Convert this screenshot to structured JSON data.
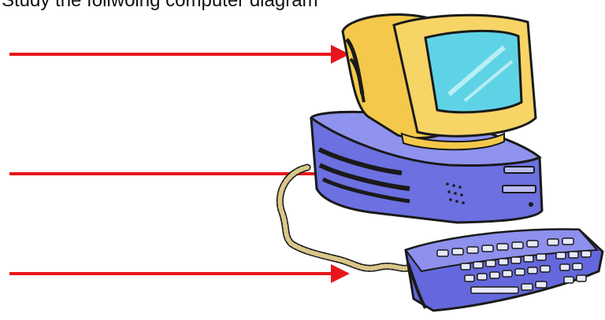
{
  "caption": {
    "text": "Study the follwoing computer diagram"
  },
  "arrows": [
    {
      "target": "monitor",
      "color": "#e8161b"
    },
    {
      "target": "system-unit",
      "color": "#e8161b"
    },
    {
      "target": "keyboard",
      "color": "#e8161b"
    }
  ],
  "illustration": {
    "subject": "desktop computer with monitor, system unit, keyboard and cable",
    "colors": {
      "monitor_body": "#f4c84a",
      "screen": "#5fd3e6",
      "system_unit": "#6c70e0",
      "keyboard": "#6468dc",
      "cable": "#d9c78a",
      "outline": "#1a1a1a"
    }
  }
}
